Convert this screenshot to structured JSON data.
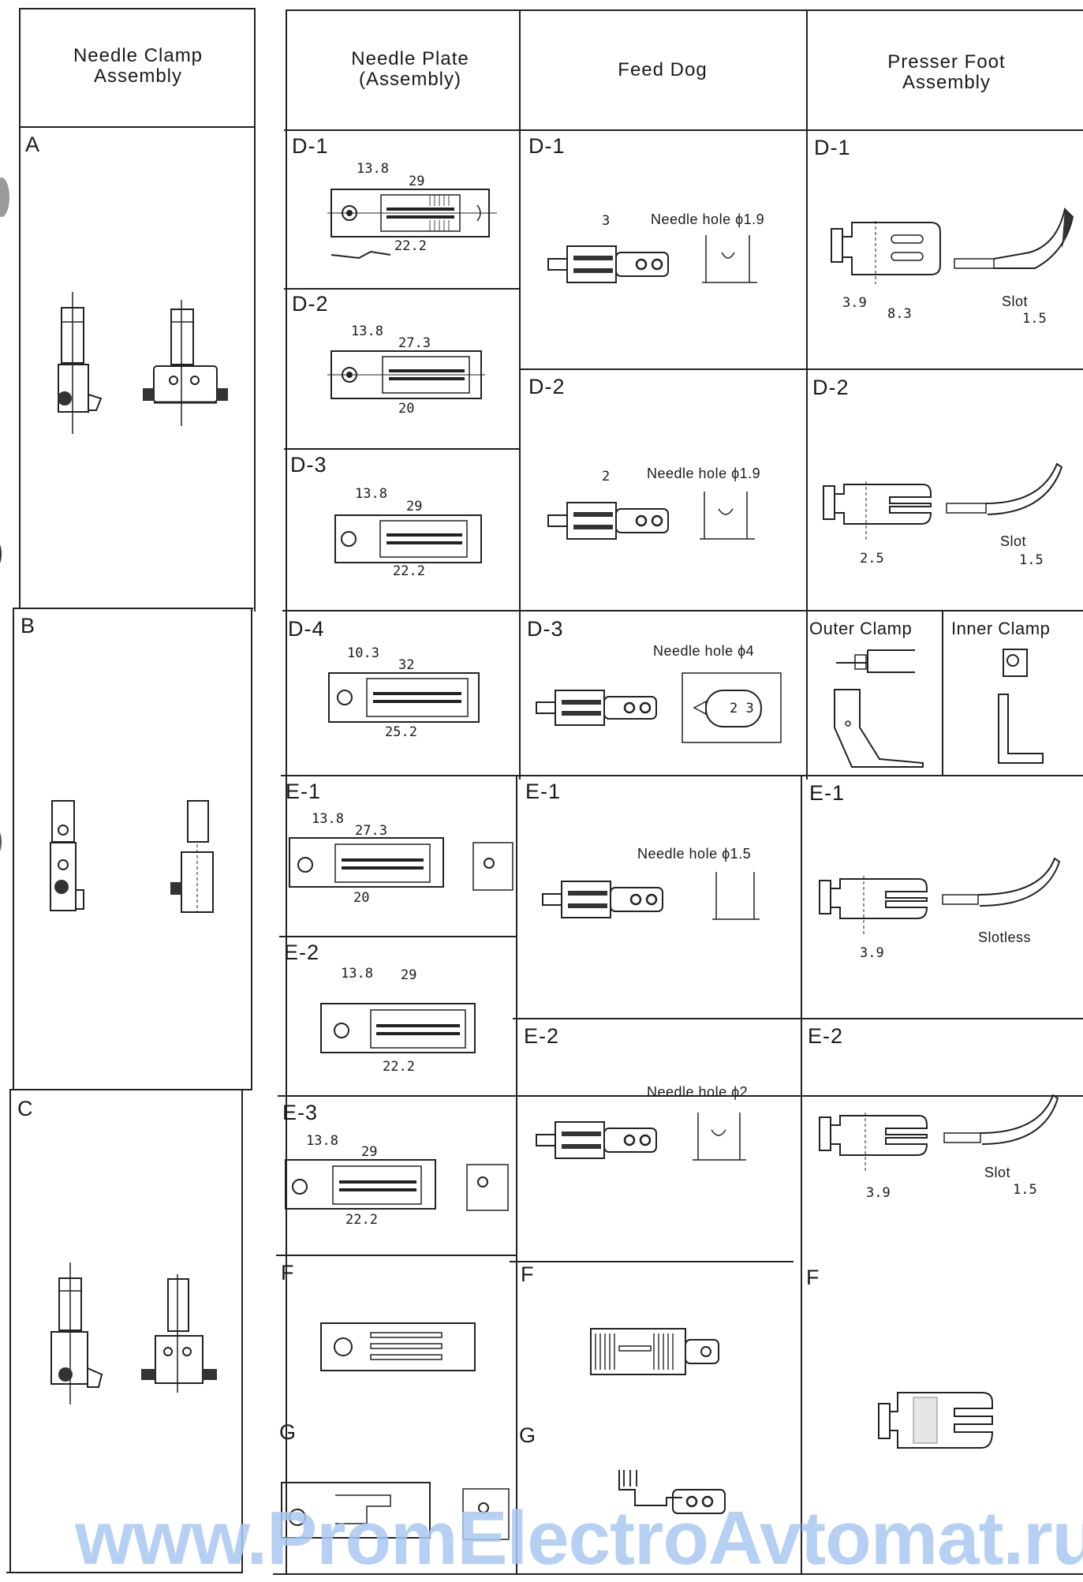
{
  "columns": {
    "needle_clamp": "Needle Clamp\nAssembly",
    "needle_plate": "Needle Plate\n(Assembly)",
    "feed_dog": "Feed Dog",
    "presser_foot": "Presser Foot\nAssembly"
  },
  "clamp_rows": [
    "A",
    "B",
    "C"
  ],
  "plates": [
    {
      "label": "D-1",
      "dims": [
        "13.8",
        "29",
        "22.2"
      ]
    },
    {
      "label": "D-2",
      "dims": [
        "13.8",
        "27.3",
        "20"
      ]
    },
    {
      "label": "D-3",
      "dims": [
        "13.8",
        "29",
        "22.2"
      ]
    },
    {
      "label": "D-4",
      "dims": [
        "10.3",
        "32",
        "25.2"
      ]
    },
    {
      "label": "E-1",
      "dims": [
        "13.8",
        "27.3",
        "20"
      ]
    },
    {
      "label": "E-2",
      "dims": [
        "13.8",
        "29",
        "22.2"
      ]
    },
    {
      "label": "E-3",
      "dims": [
        "13.8",
        "29",
        "22.2"
      ]
    },
    {
      "label": "F",
      "dims": []
    },
    {
      "label": "G",
      "dims": []
    }
  ],
  "feed_dogs": [
    {
      "label": "D-1",
      "gap": "3",
      "note": "Needle hole ϕ1.9"
    },
    {
      "label": "D-2",
      "gap": "2",
      "note": "Needle hole ϕ1.9"
    },
    {
      "label": "D-3",
      "gap": "",
      "note": "Needle hole ϕ4",
      "inner": "2 3"
    },
    {
      "label": "E-1",
      "gap": "",
      "note": "Needle hole ϕ1.5"
    },
    {
      "label": "E-2",
      "gap": "",
      "note": "Needle hole ϕ2"
    },
    {
      "label": "F",
      "gap": "",
      "note": ""
    },
    {
      "label": "G",
      "gap": "",
      "note": ""
    }
  ],
  "presser_feet": [
    {
      "label": "D-1",
      "dims": [
        "3.9",
        "8.3"
      ],
      "slot": "Slot",
      "slot_val": "1.5"
    },
    {
      "label": "D-2",
      "dims": [
        "2.5"
      ],
      "slot": "Slot",
      "slot_val": "1.5"
    },
    {
      "label": "E-1",
      "dims": [
        "3.9"
      ],
      "slot": "Slotless",
      "slot_val": ""
    },
    {
      "label": "E-2",
      "dims": [
        "3.9"
      ],
      "slot": "Slot",
      "slot_val": "1.5"
    },
    {
      "label": "F",
      "dims": [],
      "slot": "",
      "slot_val": ""
    }
  ],
  "clamps": {
    "outer": "Outer Clamp",
    "inner": "Inner Clamp"
  },
  "watermark": "www.PromElectroAvtomat.ru"
}
